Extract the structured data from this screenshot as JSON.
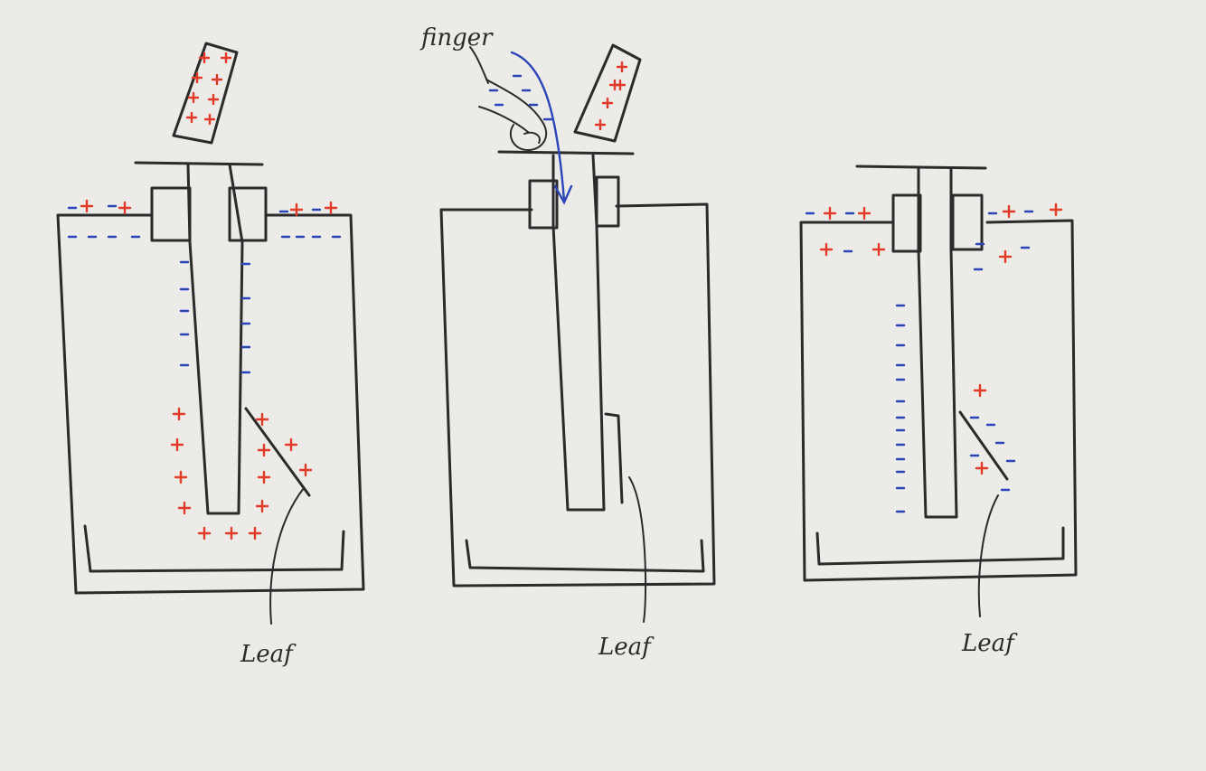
{
  "diagram": {
    "labels": {
      "finger": "finger",
      "leaf_1": "Leaf",
      "leaf_2": "Leaf",
      "leaf_3": "Leaf"
    },
    "charge_symbols": {
      "positive": "+",
      "negative": "-"
    },
    "colors": {
      "ink": "#2b2b2b",
      "positive_charge": "#e23a2a",
      "negative_charge": "#2a45b8",
      "paper": "#ecebe7"
    }
  }
}
